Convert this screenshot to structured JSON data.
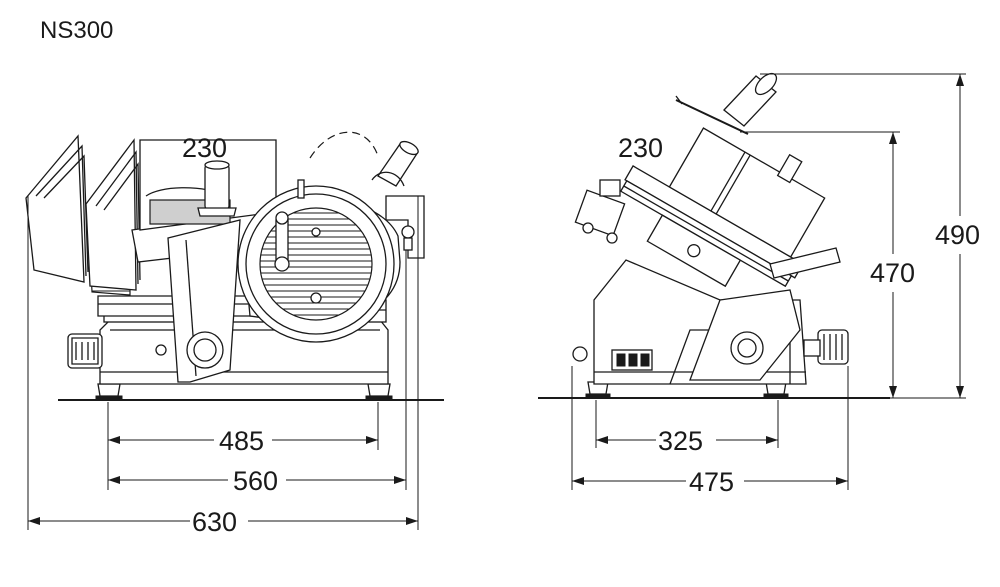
{
  "title": "NS300",
  "front_view": {
    "top_dim": "230",
    "dim_485": "485",
    "dim_560": "560",
    "dim_630": "630"
  },
  "side_view": {
    "top_dim": "230",
    "dim_325": "325",
    "dim_475": "475",
    "dim_470": "470",
    "dim_490": "490"
  }
}
